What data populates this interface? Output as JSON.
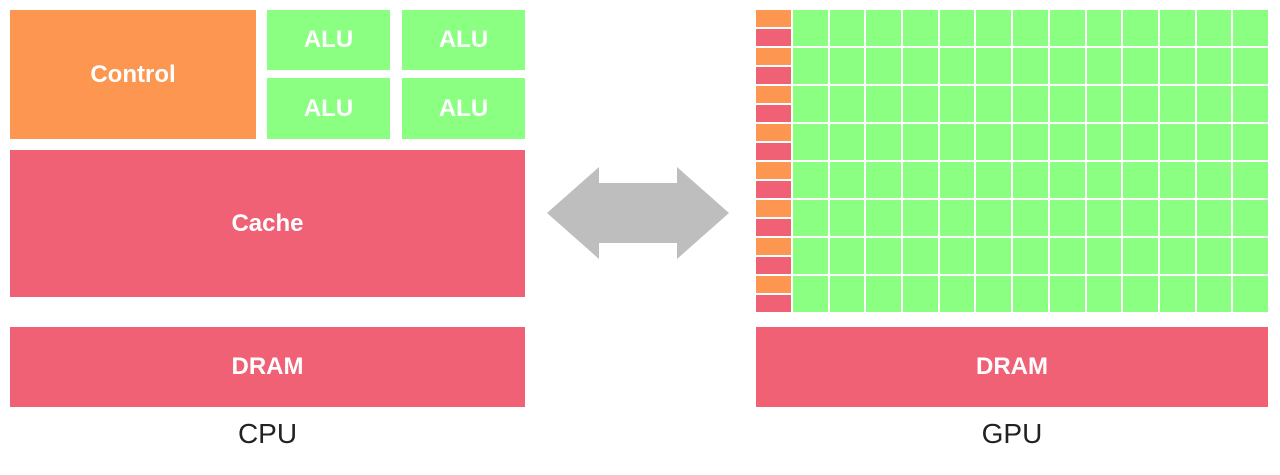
{
  "cpu": {
    "control_label": "Control",
    "alu_labels": [
      "ALU",
      "ALU",
      "ALU",
      "ALU"
    ],
    "cache_label": "Cache",
    "dram_label": "DRAM",
    "caption": "CPU"
  },
  "gpu": {
    "dram_label": "DRAM",
    "caption": "GPU",
    "rows": 8,
    "alu_columns": 13
  },
  "colors": {
    "control": "#fd9650",
    "alu": "#8aff82",
    "memory": "#f16176",
    "arrow": "#bebebe"
  },
  "icons": {
    "arrow": "double-headed-arrow-icon"
  }
}
